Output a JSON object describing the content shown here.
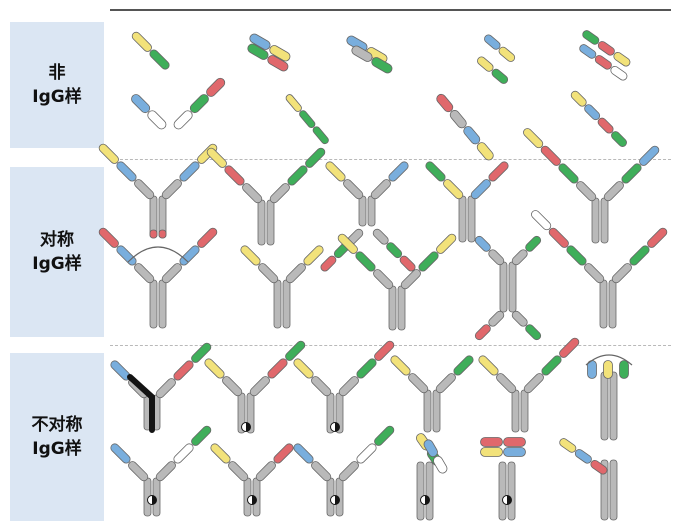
{
  "rows": [
    {
      "lines": [
        "非",
        "IgG样"
      ]
    },
    {
      "lines": [
        "对称",
        "IgG样"
      ]
    },
    {
      "lines": [
        "不对称",
        "IgG样"
      ]
    }
  ],
  "colors": {
    "yellow": "#f2e27a",
    "green": "#3fae5a",
    "blue": "#79aedd",
    "red": "#e0686c",
    "grey": "#b9b9b9",
    "white": "#ffffff",
    "black": "#141414",
    "outline": "#666666",
    "label_bg": "#dbe6f3"
  }
}
